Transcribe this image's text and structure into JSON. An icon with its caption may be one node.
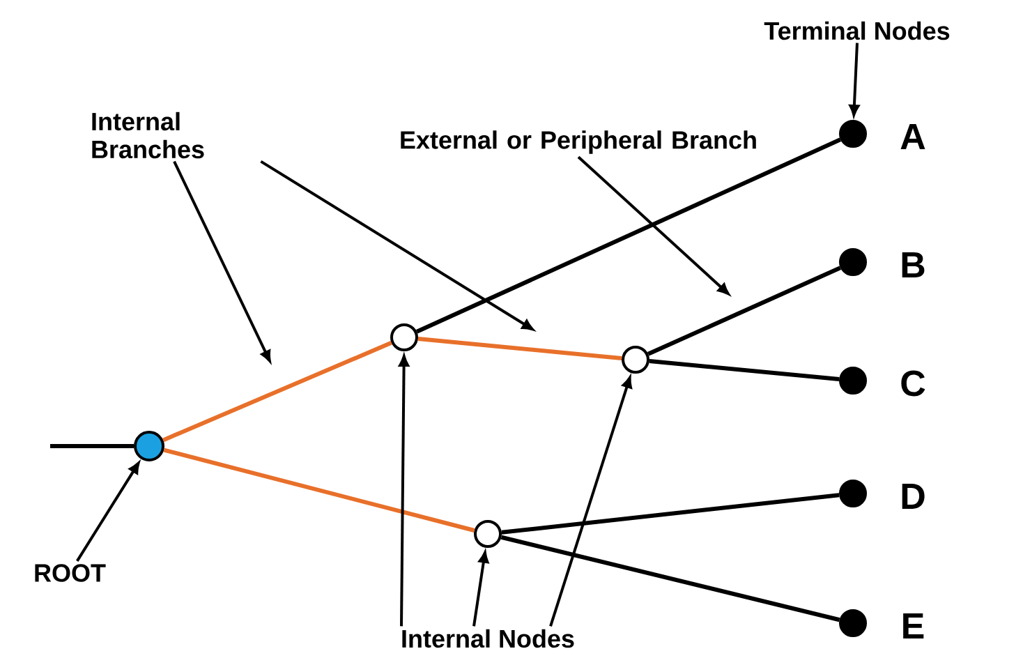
{
  "diagram": {
    "nodes": [
      {
        "text": [],
        "shape": "circle"
      },
      {
        "text": [],
        "shape": "circle"
      },
      {
        "text": [],
        "shape": "circle"
      },
      {
        "text": [],
        "shape": "circle"
      },
      {
        "text": [],
        "shape": "circle",
        "beside": [
          "A"
        ]
      },
      {
        "text": [],
        "shape": "circle",
        "beside": [
          "B"
        ]
      },
      {
        "text": [],
        "shape": "circle",
        "beside": [
          "C"
        ]
      },
      {
        "text": [],
        "shape": "circle",
        "beside": [
          "D"
        ]
      },
      {
        "text": [],
        "shape": "circle",
        "beside": [
          "E"
        ]
      },
      {
        "text": [
          "Terminal Nodes"
        ]
      },
      {
        "text": [
          "Internal Branches"
        ]
      },
      {
        "text": [
          "External or Peripheral Branch"
        ]
      },
      {
        "text": [
          "ROOT"
        ]
      },
      {
        "text": [
          "Internal Nodes"
        ]
      }
    ],
    "edges": [
      {
        "from": null,
        "to": 0,
        "arrow": "none"
      },
      {
        "from": 0,
        "to": 1,
        "arrow": "none",
        "color": "#e8702a"
      },
      {
        "from": 0,
        "to": 2,
        "arrow": "none",
        "color": "#e8702a"
      },
      {
        "from": 1,
        "to": 3,
        "arrow": "none",
        "color": "#e8702a"
      },
      {
        "from": 1,
        "to": 4,
        "arrow": "none"
      },
      {
        "from": 3,
        "to": 5,
        "arrow": "none"
      },
      {
        "from": 3,
        "to": 6,
        "arrow": "none"
      },
      {
        "from": 2,
        "to": 7,
        "arrow": "none"
      },
      {
        "from": 2,
        "to": 8,
        "arrow": "none"
      },
      {
        "from": 9,
        "to": 4,
        "arrow": "to"
      },
      {
        "from": 10,
        "to": null,
        "arrow": "to"
      },
      {
        "from": 10,
        "to": null,
        "arrow": "to"
      },
      {
        "from": 11,
        "to": null,
        "arrow": "to"
      },
      {
        "from": 12,
        "to": 0,
        "arrow": "to"
      },
      {
        "from": 13,
        "to": 1,
        "arrow": "to"
      },
      {
        "from": 13,
        "to": 2,
        "arrow": "to"
      },
      {
        "from": 13,
        "to": 3,
        "arrow": "to"
      }
    ]
  }
}
